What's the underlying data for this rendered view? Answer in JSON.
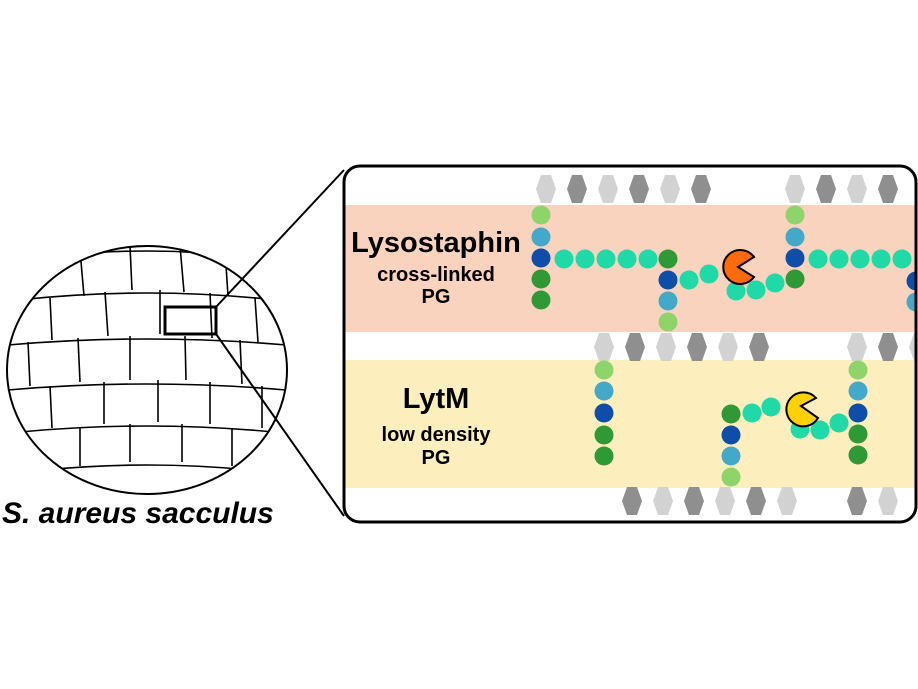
{
  "sacculus": {
    "caption": "S. aureus sacculus"
  },
  "panels": {
    "lysostaphin": {
      "title": "Lysostaphin",
      "line1": "cross-linked",
      "line2": "PG",
      "band_color": "#f9d3bd",
      "enzyme_color": "#ff6a0d"
    },
    "lytm": {
      "title": "LytM",
      "line1": "low density",
      "line2": "PG",
      "band_color": "#fcefbd",
      "enzyme_color": "#ffd100"
    }
  },
  "colors": {
    "glycan_light": "#d2d2d2",
    "glycan_dark": "#8f8f8f",
    "stem_light_green": "#8fd36b",
    "stem_light_blue": "#44a9c9",
    "stem_dark_blue": "#0f4ea8",
    "stem_green": "#2f9a35",
    "crossbridge": "#1fd9a6"
  }
}
